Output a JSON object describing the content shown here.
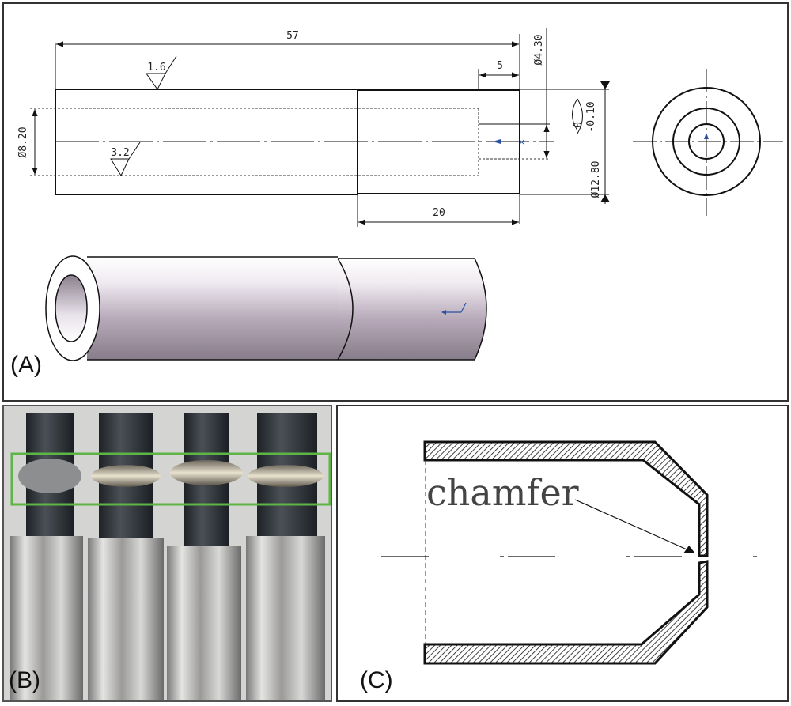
{
  "figure": {
    "panels": [
      {
        "id": "A",
        "label": "(A)",
        "description": "Engineering drawing of stepped tube specimen with 3D isometric render"
      },
      {
        "id": "B",
        "label": "(B)",
        "description": "Photograph of four tube specimens with deformed region highlighted"
      },
      {
        "id": "C",
        "label": "(C)",
        "description": "Cross-section of chamfered tube end"
      }
    ]
  },
  "panelA": {
    "label": "(A)",
    "dimensions": {
      "overall_length": "57",
      "step_length": "5",
      "small_section_length": "20",
      "inner_diameter": "Ø8.20",
      "hole_diameter": "Ø4.30",
      "outer_diameter": "Ø12.80",
      "tolerance_upper": "0",
      "tolerance_lower": "-0.10"
    },
    "surface_finish": {
      "outer": "1.6",
      "inner": "3.2"
    },
    "colors": {
      "line": "#111111",
      "axis_marker": "#2a4fa0",
      "render_light": "#f4f2f5",
      "render_dark": "#8a7f8c"
    }
  },
  "panelB": {
    "label": "(B)",
    "specimen_count": 4,
    "highlight_color": "#5cb545"
  },
  "panelC": {
    "label": "(C)",
    "annotation": "chamfer"
  }
}
